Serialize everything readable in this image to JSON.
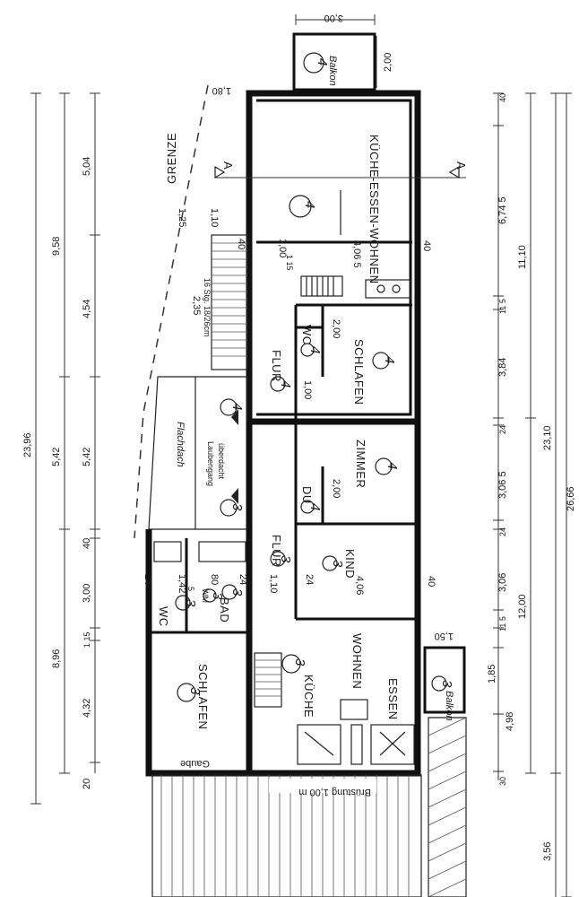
{
  "rooms": {
    "kueche_essen_wohnen": "KÜCHE-ESSEN-WOHNEN",
    "flur_upper": "FLUR",
    "wc_upper": "WC",
    "schlafen_upper": "SCHLAFEN",
    "zimmer": "ZIMMER",
    "du": "DU",
    "flur_lower": "FLUR",
    "kind": "KIND",
    "wc_lower": "WC",
    "bad": "BAD",
    "wm": "WM",
    "schlafen_lower": "SCHLAFEN",
    "kueche": "KÜCHE",
    "wohnen": "WOHNEN",
    "essen": "ESSEN",
    "gaube": "Gaube"
  },
  "labels": {
    "grenze": "GRENZE",
    "balkon_top": "Balkon",
    "balkon_bottom": "Balkon",
    "flachdach": "Flachdach",
    "laubengang": "Laubengang",
    "ueberdacht": "überdacht",
    "stairs": "16 Stg. 18/26cm",
    "bruestung": "Brüstung 1,00 m",
    "section_a": "A",
    "section_a2": "A"
  },
  "unit_numbers": {
    "balkon_top": "4",
    "kueche_essen_wohnen": "4",
    "flur_upper": "4",
    "wc_upper": "4",
    "schlafen_upper": "4",
    "flachdach_4": "4",
    "flachdach_3": "3",
    "zimmer": "4",
    "du": "4",
    "flur_lower": "3",
    "kind": "3",
    "wc_lower": "3",
    "bad": "3",
    "wm": "3",
    "schlafen_lower": "3",
    "kueche": "3",
    "balkon_bottom": "3"
  },
  "dimensions": {
    "left_outer": [
      "23,96"
    ],
    "left_middle": [
      "9,58",
      "5,42",
      "8,96"
    ],
    "left_inner": [
      "5,04",
      "4,54",
      "5,42",
      "40",
      "3,00",
      "1 15",
      "4,32",
      "20"
    ],
    "right_inner": [
      "40",
      "6,74 5",
      "11 5",
      "3,84",
      "24",
      "3,06 5",
      "24",
      "3,06",
      "11 5",
      "1,85",
      "4,98",
      "30"
    ],
    "right_middle": [
      "11,10",
      "12,00"
    ],
    "right_outer": [
      "23,10",
      "26,66",
      "3,56"
    ],
    "balkon_top_width": "3,00",
    "balkon_top_depth": "2,00",
    "balkon_bottom_width": "1,50",
    "top_offset": "1,80",
    "d_125": "1,25",
    "d_110": "1,10",
    "d_40a": "40",
    "d_100a": "1,00",
    "d_115a": "1 15",
    "d_4065a": "4,06 5",
    "d_40b": "40",
    "d_200a": "2,00",
    "d_100b": "1,00",
    "d_200b": "2,00",
    "d_24a": "24",
    "d_142": "1,42",
    "d_5": "5",
    "d_80": "80",
    "d_24b": "24",
    "d_110b": "1,10",
    "d_24c": "24",
    "d_406": "4,06",
    "d_40c": "40",
    "d_235": "2,35"
  }
}
